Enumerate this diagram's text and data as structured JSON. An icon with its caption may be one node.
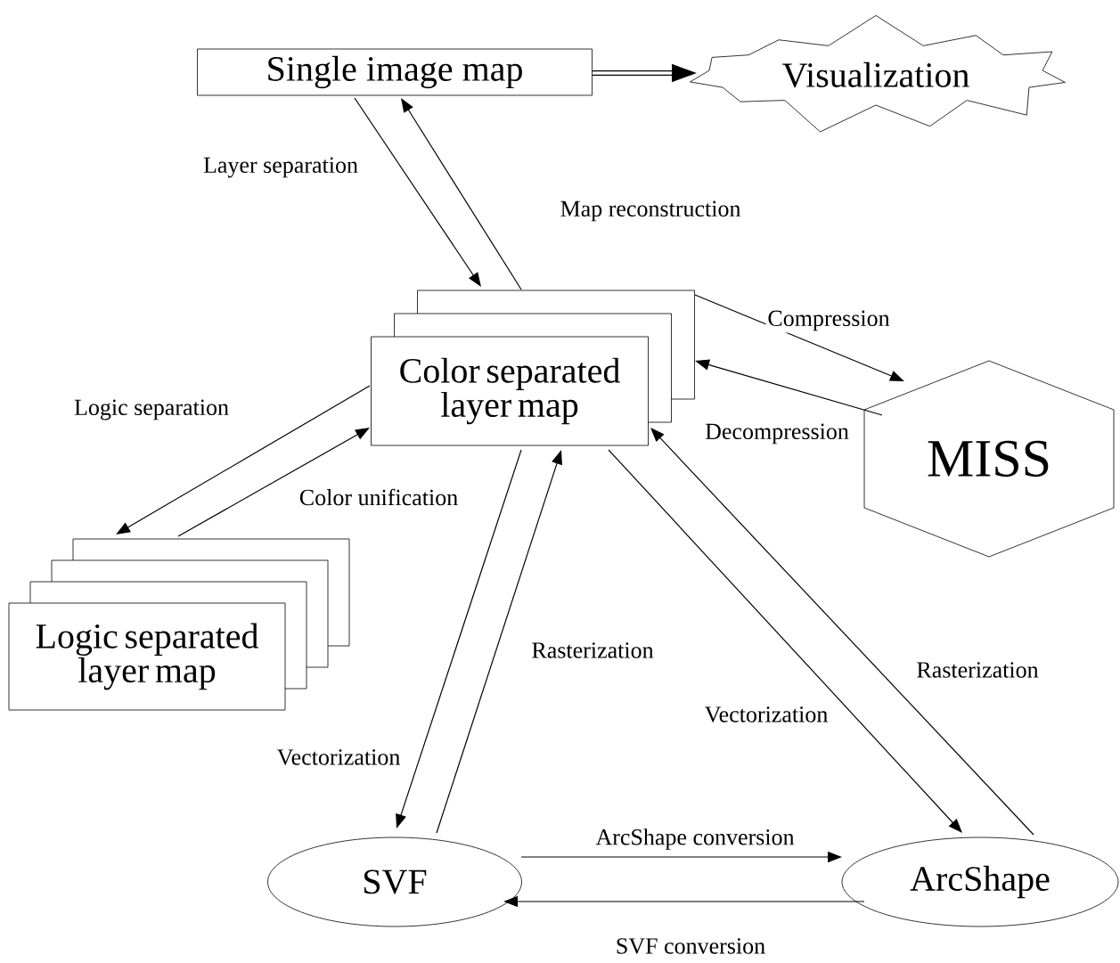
{
  "diagram": {
    "nodes": [
      {
        "text": [
          "Single image map"
        ]
      },
      {
        "text": [
          "Visualization"
        ]
      },
      {
        "text": [
          "Color separated layer map"
        ]
      },
      {
        "text": [
          "MISS"
        ]
      },
      {
        "text": [
          "Logic separated layer map"
        ]
      },
      {
        "text": [
          "SVF"
        ]
      },
      {
        "text": [
          "ArcShape"
        ]
      }
    ],
    "edges": [
      {
        "from": 0,
        "to": 2,
        "arrow": "to",
        "label": "Layer separation"
      },
      {
        "from": 2,
        "to": 0,
        "arrow": "to",
        "label": "Map reconstruction"
      },
      {
        "from": 0,
        "to": 1,
        "arrow": "to",
        "style": "thick"
      },
      {
        "from": 2,
        "to": 3,
        "arrow": "to",
        "label": "Compression"
      },
      {
        "from": 3,
        "to": 2,
        "arrow": "to",
        "label": "Decompression"
      },
      {
        "from": 2,
        "to": 4,
        "arrow": "to",
        "label": "Logic separation"
      },
      {
        "from": 4,
        "to": 2,
        "arrow": "to",
        "label": "Color unification"
      },
      {
        "from": 2,
        "to": 5,
        "arrow": "to",
        "label": "Vectorization"
      },
      {
        "from": 5,
        "to": 2,
        "arrow": "to",
        "label": "Rasterization"
      },
      {
        "from": 2,
        "to": 6,
        "arrow": "to",
        "label": "Vectorization"
      },
      {
        "from": 6,
        "to": 2,
        "arrow": "to",
        "label": "Rasterization"
      },
      {
        "from": 5,
        "to": 6,
        "arrow": "to",
        "label": "ArcShape conversion"
      },
      {
        "from": 6,
        "to": 5,
        "arrow": "to",
        "label": "SVF conversion"
      }
    ]
  }
}
